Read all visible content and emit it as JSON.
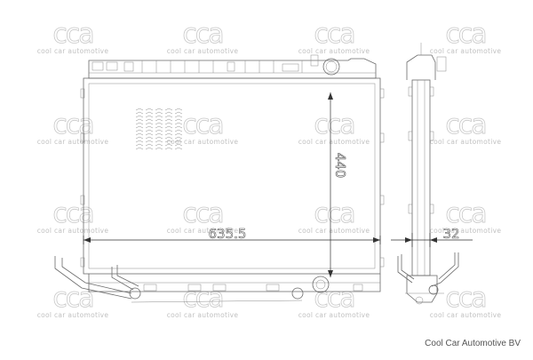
{
  "watermark": {
    "logo": "cca",
    "text": "cool car automotive"
  },
  "dimensions": {
    "width": "635.5",
    "height": "440",
    "depth": "32"
  },
  "credit": "Cool Car Automotive BV"
}
